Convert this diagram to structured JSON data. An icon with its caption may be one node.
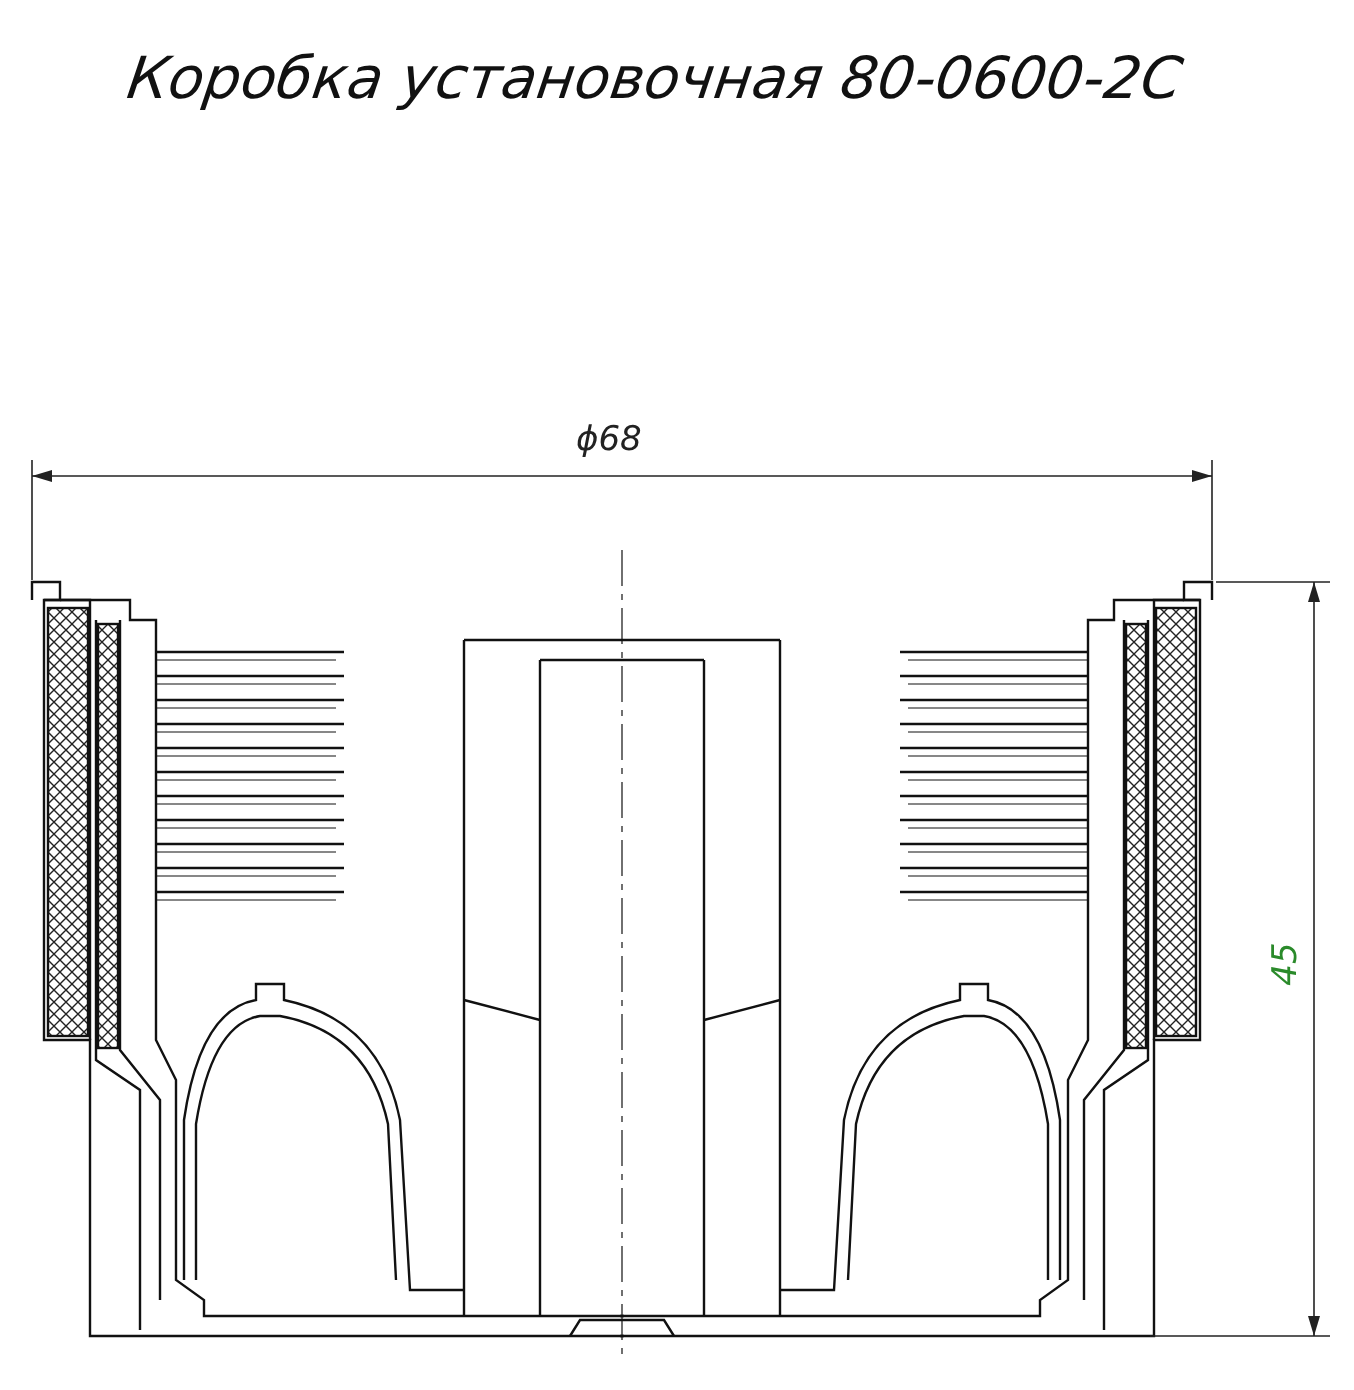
{
  "diagram": {
    "title": "Коробка установочная 80-0600-2С",
    "labels": [
      "ϕ68",
      "45"
    ]
  }
}
